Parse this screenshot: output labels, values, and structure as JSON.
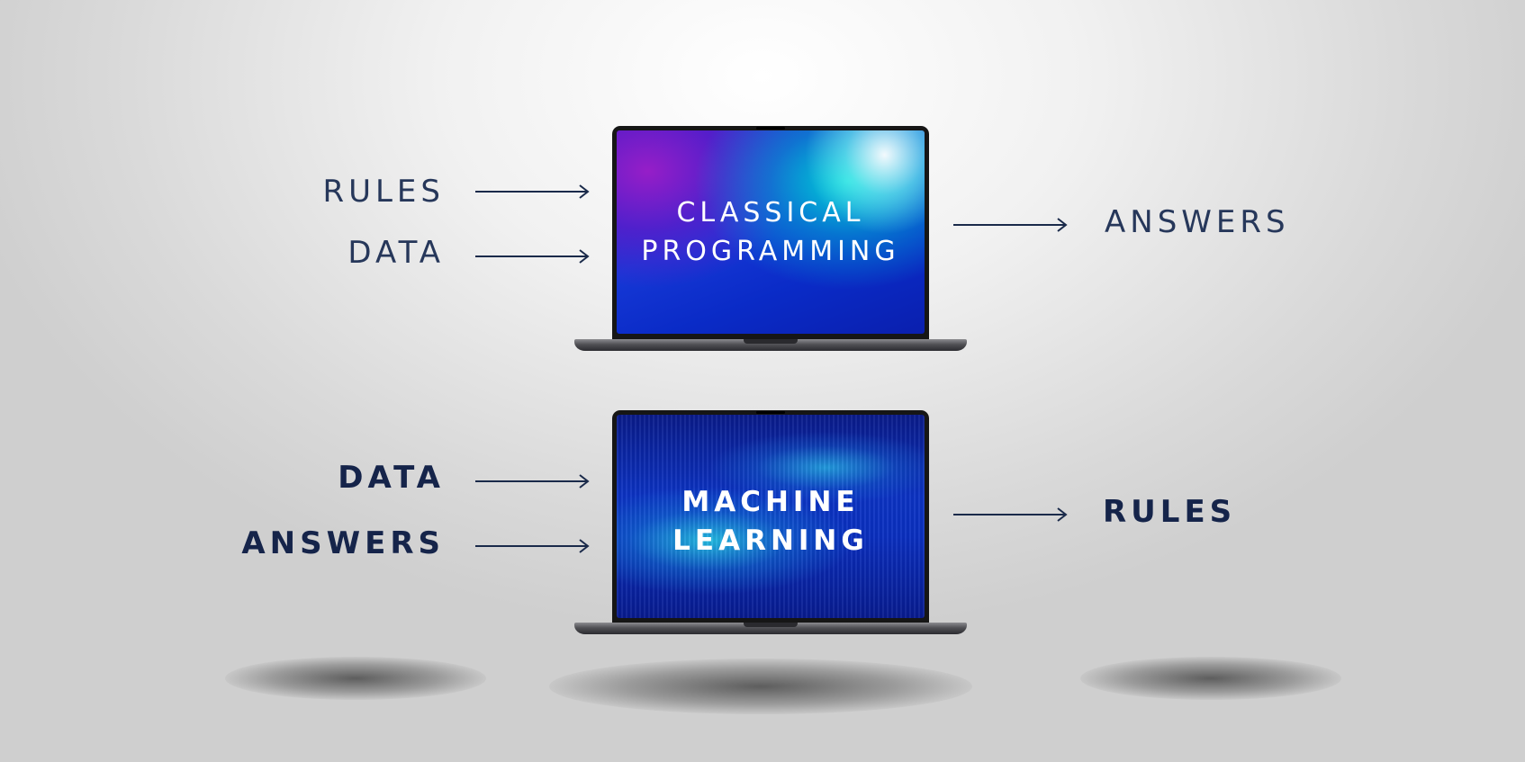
{
  "top": {
    "inputs": [
      "RULES",
      "DATA"
    ],
    "screen_title_line1": "CLASSICAL",
    "screen_title_line2": "PROGRAMMING",
    "output": "ANSWERS"
  },
  "bottom": {
    "inputs": [
      "DATA",
      "ANSWERS"
    ],
    "screen_title_line1": "MACHINE",
    "screen_title_line2": "LEARNING",
    "output": "RULES"
  },
  "colors": {
    "text": "#1a2a4a",
    "arrow": "#1a2a4a",
    "screen_text": "#ffffff"
  }
}
